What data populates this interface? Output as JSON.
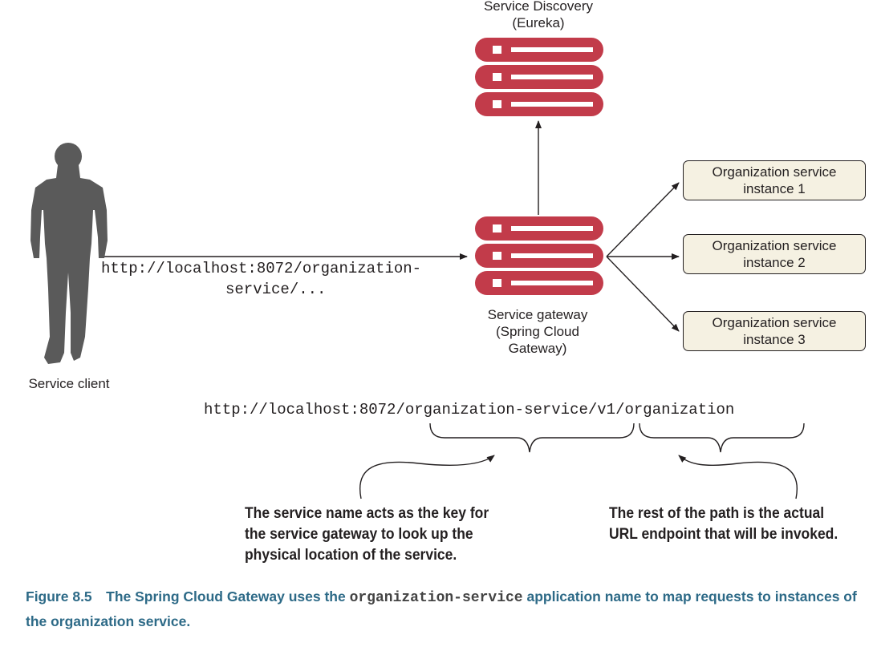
{
  "discovery": {
    "line1": "Service Discovery",
    "line2": "(Eureka)"
  },
  "gateway": {
    "line1": "Service gateway",
    "line2": "(Spring Cloud",
    "line3": "Gateway)"
  },
  "client": {
    "label": "Service client"
  },
  "request_url": {
    "line1": "http://localhost:8072/organization-",
    "line2": "service/..."
  },
  "instances": [
    {
      "line1": "Organization service",
      "line2": "instance 1"
    },
    {
      "line1": "Organization service",
      "line2": "instance 2"
    },
    {
      "line1": "Organization service",
      "line2": "instance 3"
    }
  ],
  "full_url": "http://localhost:8072/organization-service/v1/organization",
  "notes": {
    "left": [
      "The service name acts as the key for",
      "the service gateway to look up the",
      "physical location of the service."
    ],
    "right": [
      "The rest of the path is the actual",
      "URL endpoint that will be invoked."
    ]
  },
  "caption": {
    "prefix": "Figure 8.5 The Spring Cloud Gateway uses the ",
    "code": "organization-service",
    "suffix": " application name to map requests to instances of the organization service."
  },
  "colors": {
    "server": "#c23b4a",
    "box_fill": "#f5f1e2",
    "caption": "#2d6a87",
    "person": "#5a5a5a"
  }
}
